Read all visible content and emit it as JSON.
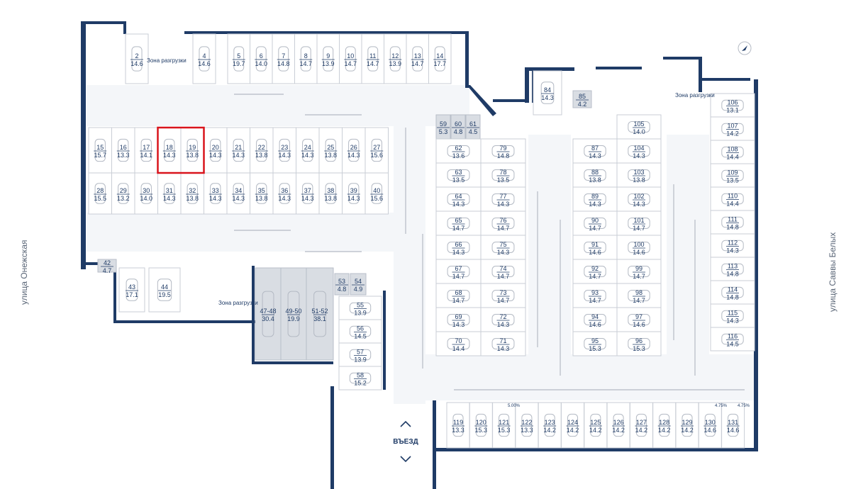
{
  "streets": {
    "left": "улица Онежская",
    "right": "улица Саввы Белых"
  },
  "entry_label": "ВЪЕЗД",
  "zones": [
    "Зона разгрузки",
    "Зона разгрузки",
    "Зона разгрузки"
  ],
  "slopes": [
    "5.00%",
    "4.75%",
    "4.75%"
  ],
  "selected_spots": [
    "18",
    "19"
  ],
  "parking_spots": [
    {
      "n": "2",
      "a": "14.6"
    },
    {
      "n": "4",
      "a": "14.6"
    },
    {
      "n": "5",
      "a": "19.7"
    },
    {
      "n": "6",
      "a": "14.0"
    },
    {
      "n": "7",
      "a": "14.8"
    },
    {
      "n": "8",
      "a": "14.7"
    },
    {
      "n": "9",
      "a": "13.9"
    },
    {
      "n": "10",
      "a": "14.7"
    },
    {
      "n": "11",
      "a": "14.7"
    },
    {
      "n": "12",
      "a": "13.9"
    },
    {
      "n": "13",
      "a": "14.7"
    },
    {
      "n": "14",
      "a": "17.7"
    },
    {
      "n": "15",
      "a": "15.7"
    },
    {
      "n": "16",
      "a": "13.3"
    },
    {
      "n": "17",
      "a": "14.1"
    },
    {
      "n": "18",
      "a": "14.3"
    },
    {
      "n": "19",
      "a": "13.8"
    },
    {
      "n": "20",
      "a": "14.3"
    },
    {
      "n": "21",
      "a": "14.3"
    },
    {
      "n": "22",
      "a": "13.8"
    },
    {
      "n": "23",
      "a": "14.3"
    },
    {
      "n": "24",
      "a": "14.3"
    },
    {
      "n": "25",
      "a": "13.8"
    },
    {
      "n": "26",
      "a": "14.3"
    },
    {
      "n": "27",
      "a": "15.6"
    },
    {
      "n": "28",
      "a": "15.5"
    },
    {
      "n": "29",
      "a": "13.2"
    },
    {
      "n": "30",
      "a": "14.0"
    },
    {
      "n": "31",
      "a": "14.3"
    },
    {
      "n": "32",
      "a": "13.8"
    },
    {
      "n": "33",
      "a": "14.3"
    },
    {
      "n": "34",
      "a": "14.3"
    },
    {
      "n": "35",
      "a": "13.8"
    },
    {
      "n": "36",
      "a": "14.3"
    },
    {
      "n": "37",
      "a": "14.3"
    },
    {
      "n": "38",
      "a": "13.8"
    },
    {
      "n": "39",
      "a": "14.3"
    },
    {
      "n": "40",
      "a": "15.6"
    },
    {
      "n": "42",
      "a": "4.7"
    },
    {
      "n": "43",
      "a": "17.1"
    },
    {
      "n": "44",
      "a": "19.5"
    },
    {
      "n": "47-48",
      "a": "30.4"
    },
    {
      "n": "49-50",
      "a": "19.9"
    },
    {
      "n": "51-52",
      "a": "38.1"
    },
    {
      "n": "53",
      "a": "4.8"
    },
    {
      "n": "54",
      "a": "4.9"
    },
    {
      "n": "55",
      "a": "13.9"
    },
    {
      "n": "56",
      "a": "14.5"
    },
    {
      "n": "57",
      "a": "13.9"
    },
    {
      "n": "58",
      "a": "15.2"
    },
    {
      "n": "59",
      "a": "5.3"
    },
    {
      "n": "60",
      "a": "4.8"
    },
    {
      "n": "61",
      "a": "4.5"
    },
    {
      "n": "62",
      "a": "13.6"
    },
    {
      "n": "63",
      "a": "13.5"
    },
    {
      "n": "64",
      "a": "14.3"
    },
    {
      "n": "65",
      "a": "14.7"
    },
    {
      "n": "66",
      "a": "14.3"
    },
    {
      "n": "67",
      "a": "14.7"
    },
    {
      "n": "68",
      "a": "14.7"
    },
    {
      "n": "69",
      "a": "14.3"
    },
    {
      "n": "70",
      "a": "14.4"
    },
    {
      "n": "79",
      "a": "14.8"
    },
    {
      "n": "78",
      "a": "13.5"
    },
    {
      "n": "77",
      "a": "14.3"
    },
    {
      "n": "76",
      "a": "14.7"
    },
    {
      "n": "75",
      "a": "14.3"
    },
    {
      "n": "74",
      "a": "14.7"
    },
    {
      "n": "73",
      "a": "14.7"
    },
    {
      "n": "72",
      "a": "14.3"
    },
    {
      "n": "71",
      "a": "14.3"
    },
    {
      "n": "84",
      "a": "14.3"
    },
    {
      "n": "85",
      "a": "4.2"
    },
    {
      "n": "87",
      "a": "14.3"
    },
    {
      "n": "88",
      "a": "13.8"
    },
    {
      "n": "89",
      "a": "14.3"
    },
    {
      "n": "90",
      "a": "14.7"
    },
    {
      "n": "91",
      "a": "14.6"
    },
    {
      "n": "92",
      "a": "14.7"
    },
    {
      "n": "93",
      "a": "14.7"
    },
    {
      "n": "94",
      "a": "14.6"
    },
    {
      "n": "95",
      "a": "15.3"
    },
    {
      "n": "105",
      "a": "14.0"
    },
    {
      "n": "104",
      "a": "14.3"
    },
    {
      "n": "103",
      "a": "13.8"
    },
    {
      "n": "102",
      "a": "14.3"
    },
    {
      "n": "101",
      "a": "14.7"
    },
    {
      "n": "100",
      "a": "14.6"
    },
    {
      "n": "99",
      "a": "14.7"
    },
    {
      "n": "98",
      "a": "14.7"
    },
    {
      "n": "97",
      "a": "14.6"
    },
    {
      "n": "96",
      "a": "15.3"
    },
    {
      "n": "106",
      "a": "13.1"
    },
    {
      "n": "107",
      "a": "14.2"
    },
    {
      "n": "108",
      "a": "14.4"
    },
    {
      "n": "109",
      "a": "13.5"
    },
    {
      "n": "110",
      "a": "14.4"
    },
    {
      "n": "111",
      "a": "14.8"
    },
    {
      "n": "112",
      "a": "14.3"
    },
    {
      "n": "113",
      "a": "14.8"
    },
    {
      "n": "114",
      "a": "14.8"
    },
    {
      "n": "115",
      "a": "14.3"
    },
    {
      "n": "116",
      "a": "14.5"
    },
    {
      "n": "119",
      "a": "13.3"
    },
    {
      "n": "120",
      "a": "15.3"
    },
    {
      "n": "121",
      "a": "15.3"
    },
    {
      "n": "122",
      "a": "13.3"
    },
    {
      "n": "123",
      "a": "14.2"
    },
    {
      "n": "124",
      "a": "14.2"
    },
    {
      "n": "125",
      "a": "14.2"
    },
    {
      "n": "126",
      "a": "14.2"
    },
    {
      "n": "127",
      "a": "14.2"
    },
    {
      "n": "128",
      "a": "14.2"
    },
    {
      "n": "129",
      "a": "14.2"
    },
    {
      "n": "130",
      "a": "14.6"
    },
    {
      "n": "131",
      "a": "14.6"
    }
  ]
}
